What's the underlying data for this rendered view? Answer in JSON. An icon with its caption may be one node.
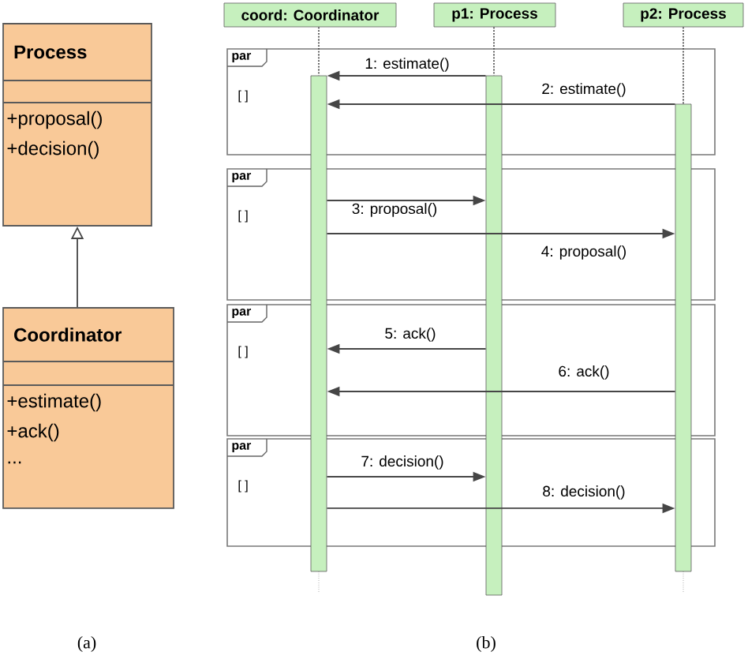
{
  "diagram": {
    "nodes": [
      {
        "text": [
          "Process",
          "+proposal()",
          "+decision()"
        ]
      },
      {
        "text": [
          "Coordinator",
          "+estimate()",
          "+ack()",
          "..."
        ]
      },
      {
        "text": [
          "coord: Coordinator"
        ]
      },
      {
        "text": [
          "p1: Process"
        ]
      },
      {
        "text": [
          "p2: Process"
        ]
      },
      {
        "text": [],
        "shape": "bar"
      },
      {
        "text": [],
        "shape": "bar"
      },
      {
        "text": [],
        "shape": "bar"
      }
    ],
    "edges": [
      {
        "from": 1,
        "to": 0,
        "arrow": "to"
      },
      {
        "from": 2,
        "to": 5,
        "arrow": "none",
        "style": "dashed"
      },
      {
        "from": 3,
        "to": 6,
        "arrow": "none",
        "style": "dashed"
      },
      {
        "from": 4,
        "to": 7,
        "arrow": "none",
        "style": "dashed"
      },
      {
        "from": 6,
        "to": 5,
        "arrow": "to",
        "label": "1: estimate()"
      },
      {
        "from": 7,
        "to": 5,
        "arrow": "to",
        "label": "2: estimate()"
      },
      {
        "from": 5,
        "to": 6,
        "arrow": "to",
        "label": "3: proposal()"
      },
      {
        "from": 5,
        "to": 7,
        "arrow": "to",
        "label": "4: proposal()"
      },
      {
        "from": 6,
        "to": 5,
        "arrow": "to",
        "label": "5: ack()"
      },
      {
        "from": 7,
        "to": 5,
        "arrow": "to",
        "label": "6: ack()"
      },
      {
        "from": 5,
        "to": 6,
        "arrow": "to",
        "label": "7: decision()"
      },
      {
        "from": 5,
        "to": 7,
        "arrow": "to",
        "label": "8: decision()"
      }
    ],
    "labels": [
      "par",
      "[ ]",
      "par",
      "[ ]",
      "par",
      "[ ]",
      "par",
      "[ ]",
      "(a)",
      "(b)"
    ]
  }
}
